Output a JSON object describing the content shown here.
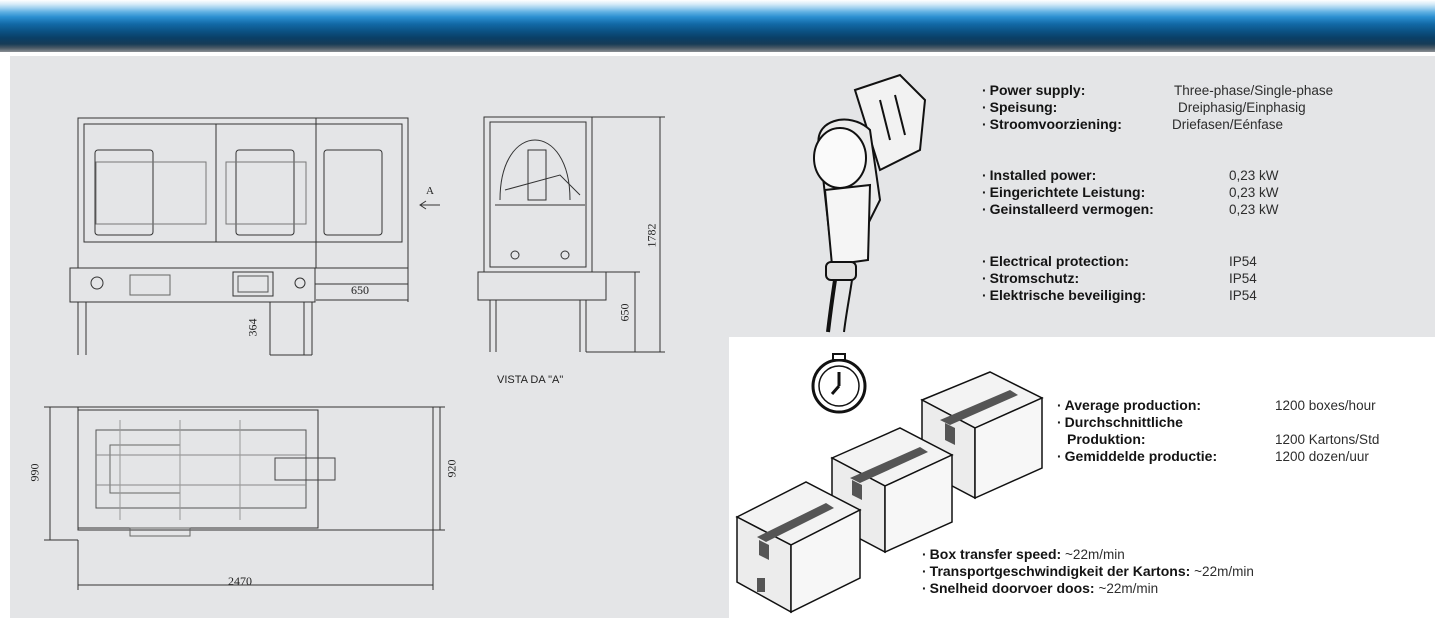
{
  "power": {
    "rows": [
      {
        "label": "Power supply:",
        "value": "Three-phase/Single-phase"
      },
      {
        "label": "Speisung:",
        "value": "Dreiphasig/Einphasig"
      },
      {
        "label": "Stroomvoorziening:",
        "value": "Driefasen/Eénfase"
      }
    ]
  },
  "installed": {
    "rows": [
      {
        "label": "Installed power:",
        "value": "0,23 kW"
      },
      {
        "label": "Eingerichtete Leistung:",
        "value": "0,23 kW"
      },
      {
        "label": "Geinstalleerd vermogen:",
        "value": "0,23 kW"
      }
    ]
  },
  "protection": {
    "rows": [
      {
        "label": "Electrical protection:",
        "value": "IP54"
      },
      {
        "label": "Stromschutz:",
        "value": "IP54"
      },
      {
        "label": "Elektrische beveiliging:",
        "value": "IP54"
      }
    ]
  },
  "production": {
    "avg_label": "Average production:",
    "avg_value": "1200 boxes/hour",
    "de_label_1": "Durchschnittliche",
    "de_label_2": "Produktion:",
    "de_value": "1200 Kartons/Std",
    "nl_label": "Gemiddelde productie:",
    "nl_value": "1200 dozen/uur"
  },
  "transfer": {
    "en_label": "Box transfer speed:",
    "en_value": "~22m/min",
    "de_label": "Transportgeschwindigkeit der Kartons:",
    "de_value": "~22m/min",
    "nl_label": "Snelheid doorvoer doos:",
    "nl_value": "~22m/min"
  },
  "drawing": {
    "dim_650_front": "650",
    "dim_364": "364",
    "dim_1782": "1782",
    "dim_650_side": "650",
    "section_marker": "A",
    "side_view_label": "VISTA DA \"A\"",
    "dim_990": "990",
    "dim_920": "920",
    "dim_2470": "2470"
  },
  "icons": [
    "power-plug-icon",
    "stopwatch-icon",
    "boxes-illustration"
  ]
}
